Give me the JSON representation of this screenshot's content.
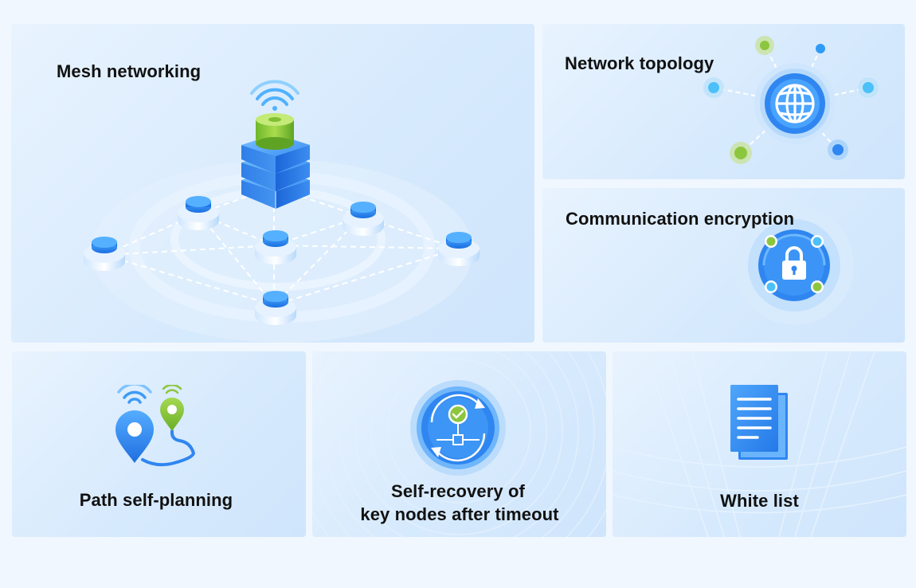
{
  "cards": {
    "mesh": {
      "title": "Mesh networking"
    },
    "topology": {
      "title": "Network topology"
    },
    "encryption": {
      "title": "Communication encryption"
    },
    "path": {
      "title": "Path self-planning"
    },
    "recovery": {
      "title_line1": "Self-recovery of",
      "title_line2": "key nodes after timeout"
    },
    "whitelist": {
      "title": "White list"
    }
  },
  "icons": {
    "mesh": "mesh-network-illustration",
    "topology": "globe-icon",
    "encryption": "lock-icon",
    "path": "location-pin-icon",
    "recovery": "recovery-cycle-icon",
    "whitelist": "document-list-icon"
  },
  "colors": {
    "page_bg": "#f1f7fe",
    "card_bg": "#d7eafd",
    "accent_blue": "#2f86f0",
    "accent_green": "#8cc63f",
    "text": "#111111"
  }
}
